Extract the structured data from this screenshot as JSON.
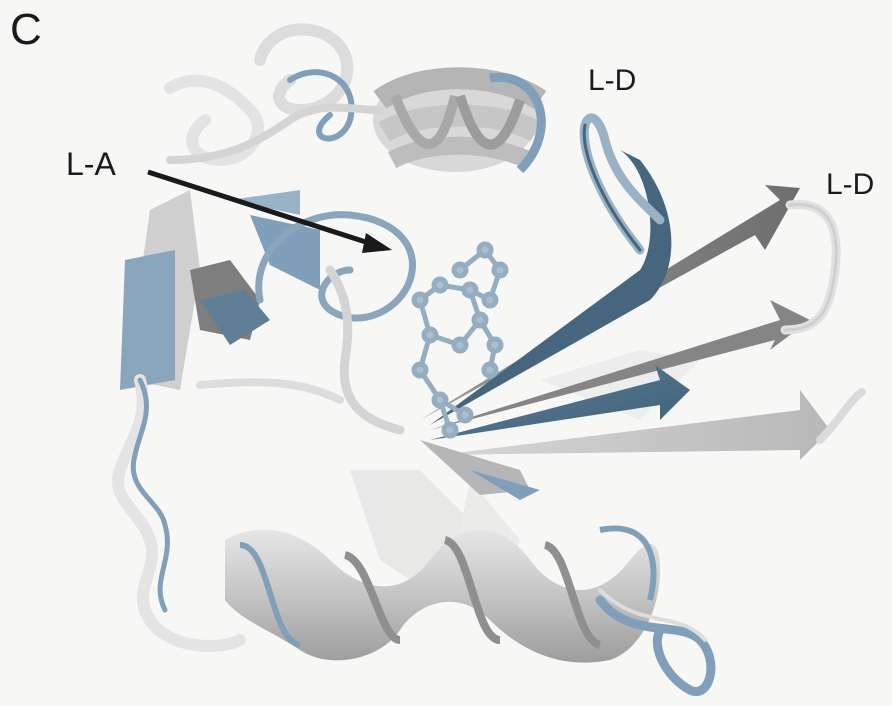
{
  "figure": {
    "panel_letter": "C",
    "labels": {
      "loop_a": "L-A",
      "loop_d_upper": "L-D",
      "loop_d_right": "L-D"
    },
    "colors": {
      "background": "#f7f7f5",
      "ribbon_light": "#c9c9c9",
      "ribbon_blue": "#7f9fba",
      "ribbon_dark_blue": "#46667f",
      "ribbon_gray": "#7c7c7c",
      "arrow": "#1a1a1a"
    }
  }
}
